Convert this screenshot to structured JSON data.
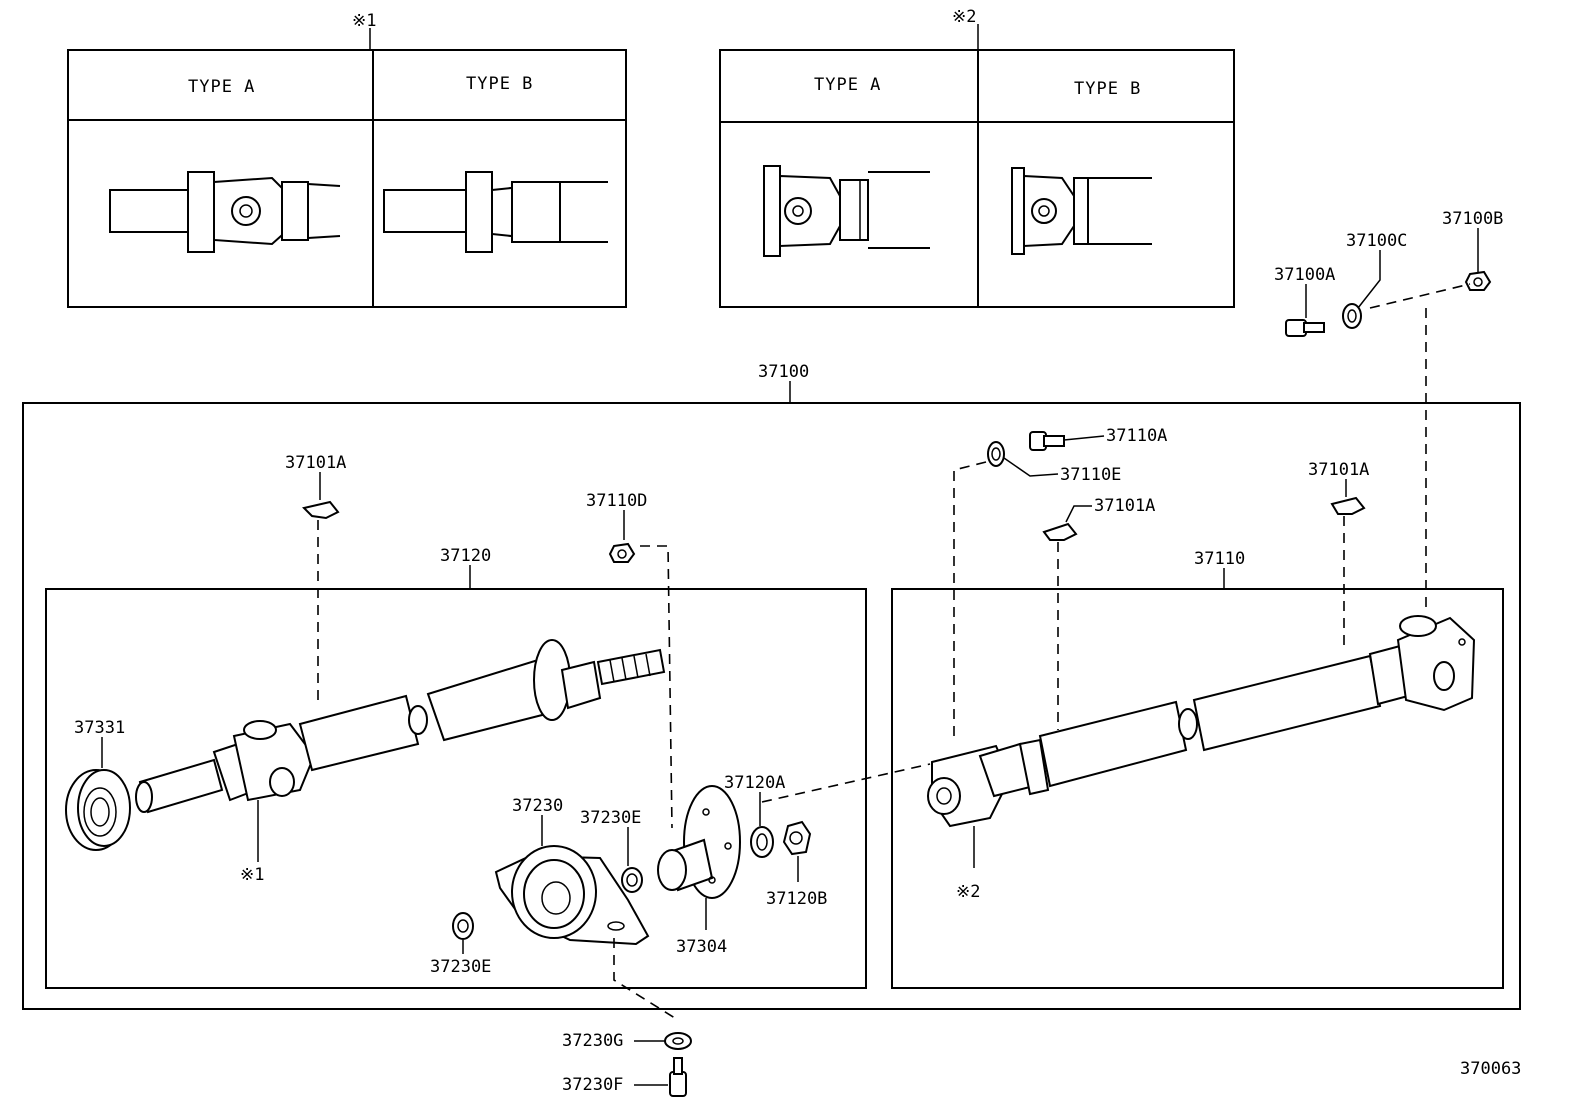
{
  "insets": {
    "left": {
      "mark": "※1",
      "type_a": "TYPE A",
      "type_b": "TYPE B"
    },
    "right": {
      "mark": "※2",
      "type_a": "TYPE A",
      "type_b": "TYPE B"
    }
  },
  "callouts": {
    "c37100": "37100",
    "c37100A": "37100A",
    "c37100B": "37100B",
    "c37100C": "37100C",
    "c37101A_1": "37101A",
    "c37101A_2": "37101A",
    "c37101A_3": "37101A",
    "c37110": "37110",
    "c37110A": "37110A",
    "c37110D": "37110D",
    "c37110E": "37110E",
    "c37120": "37120",
    "c37120A": "37120A",
    "c37120B": "37120B",
    "c37230": "37230",
    "c37230E_1": "37230E",
    "c37230E_2": "37230E",
    "c37230F": "37230F",
    "c37230G": "37230G",
    "c37304": "37304",
    "c37331": "37331",
    "mark1": "※1",
    "mark2": "※2"
  },
  "figure_id": "370063"
}
